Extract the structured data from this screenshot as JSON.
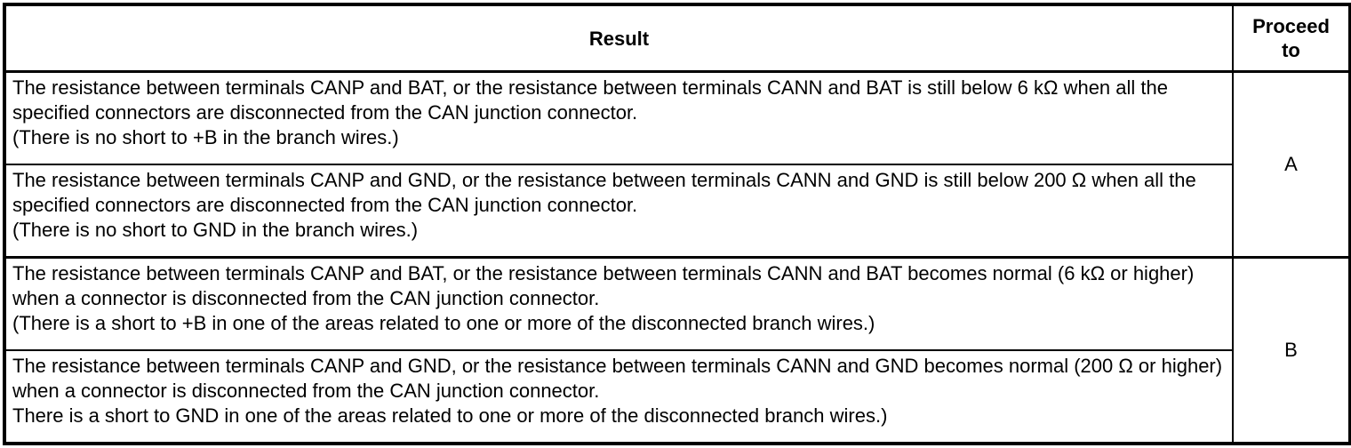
{
  "table": {
    "header": {
      "result": "Result",
      "proceed_to": "Proceed to"
    },
    "groups": [
      {
        "proceed_to": "A",
        "rows": [
          {
            "paragraphs": [
              "The resistance between terminals CANP and BAT, or the resistance between terminals CANN and BAT is still below 6 kΩ when all the specified connectors are disconnected from the CAN junction connector.",
              "(There is no short to +B in the branch wires.)"
            ]
          },
          {
            "paragraphs": [
              "The resistance between terminals CANP and GND, or the resistance between terminals CANN and GND is still below 200 Ω when all the specified connectors are disconnected from the CAN junction connector.",
              "(There is no short to GND in the branch wires.)"
            ]
          }
        ]
      },
      {
        "proceed_to": "B",
        "rows": [
          {
            "paragraphs": [
              "The resistance between terminals CANP and BAT, or the resistance between terminals CANN and BAT becomes normal (6 kΩ or higher) when a connector is disconnected from the CAN junction connector.",
              "(There is a short to +B in one of the areas related to one or more of the disconnected branch wires.)"
            ]
          },
          {
            "paragraphs": [
              "The resistance between terminals CANP and GND, or the resistance between terminals CANN and GND becomes normal (200 Ω or higher) when a connector is disconnected from the CAN junction connector.",
              "There is a short to GND in one of the areas related to one or more of the disconnected branch wires.)"
            ]
          }
        ]
      }
    ]
  }
}
